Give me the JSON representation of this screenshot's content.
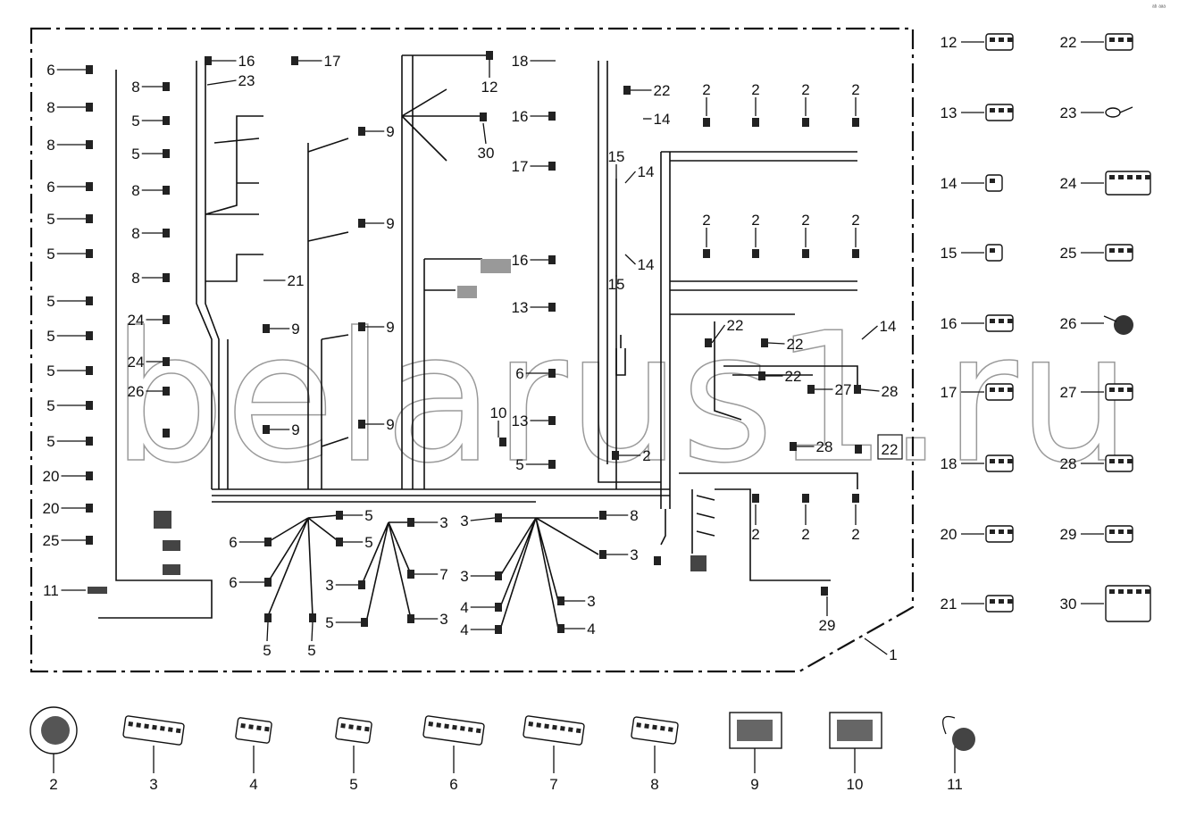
{
  "watermark": "belarus1.ru",
  "corner_mark": "ᵃᵇ ᵃᵃᵃ",
  "boxed_callout": "22",
  "callouts": [
    "6",
    "8",
    "8",
    "6",
    "5",
    "5",
    "5",
    "5",
    "5",
    "5",
    "5",
    "20",
    "20",
    "25",
    "11",
    "8",
    "5",
    "5",
    "8",
    "8",
    "8",
    "24",
    "24",
    "26",
    "16",
    "17",
    "23",
    "21",
    "9",
    "9",
    "9",
    "9",
    "9",
    "9",
    "12",
    "30",
    "18",
    "22",
    "16",
    "14",
    "17",
    "15",
    "14",
    "14",
    "15",
    "16",
    "13",
    "6",
    "13",
    "10",
    "5",
    "2",
    "2",
    "2",
    "2",
    "2",
    "2",
    "2",
    "2",
    "2",
    "2",
    "2",
    "2",
    "22",
    "22",
    "22",
    "27",
    "28",
    "14",
    "28",
    "29",
    "1",
    "5",
    "5",
    "6",
    "6",
    "5",
    "5",
    "3",
    "7",
    "3",
    "3",
    "5",
    "3",
    "3",
    "8",
    "3",
    "4",
    "4",
    "3",
    "4"
  ],
  "parts_legend": [
    "12",
    "22",
    "13",
    "23",
    "14",
    "24",
    "15",
    "25",
    "16",
    "26",
    "17",
    "27",
    "18",
    "28",
    "20",
    "29",
    "21",
    "30"
  ],
  "bottom_parts": [
    "2",
    "3",
    "4",
    "5",
    "6",
    "7",
    "8",
    "9",
    "10",
    "11"
  ]
}
